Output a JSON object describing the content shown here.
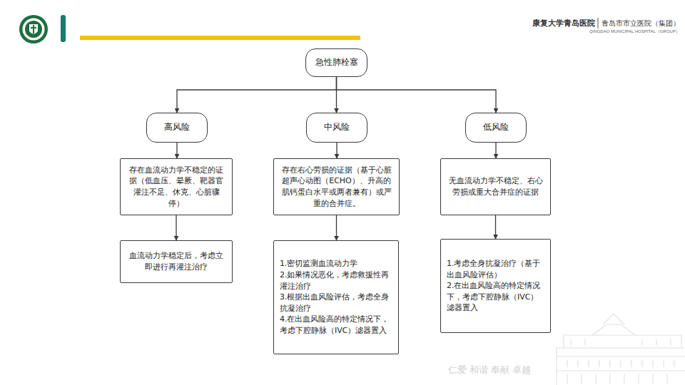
{
  "diagram": {
    "nodes": [
      {
        "text": [
          "急性肺栓塞"
        ]
      },
      {
        "text": [
          "高风险"
        ]
      },
      {
        "text": [
          "中风险"
        ]
      },
      {
        "text": [
          "低风险"
        ]
      },
      {
        "text": [
          "存在血流动力学不稳定的证据（低血压、晕厥、靶器官灌注不足、休克、心脏骤停）"
        ]
      },
      {
        "text": [
          "存在右心劳损的证据（基于心脏超声心动图（ECHO）、升高的肌钙蛋白水平或两者兼有）或严重的合并症。"
        ]
      },
      {
        "text": [
          "无血流动力学不稳定、右心劳损或重大合并症的证据"
        ]
      },
      {
        "text": [
          "血流动力学稳定后，考虑立即进行再灌注治疗"
        ]
      },
      {
        "text": [
          "1.密切监测血流动力学",
          "2.如果情况恶化，考虑救援性再灌注治疗",
          "3.根据出血风险评估，考虑全身抗凝治疗",
          "4.在出血风险高的特定情况下，考虑下腔静脉（IVC）滤器置入"
        ]
      },
      {
        "text": [
          "1.考虑全身抗凝治疗（基于出血风险评估）",
          "2.在出血风险高的特定情况下，考虑下腔静脉（IVC）滤器置入"
        ]
      }
    ],
    "edges": [
      {
        "from": 0,
        "to": 1,
        "arrow": "to"
      },
      {
        "from": 0,
        "to": 2,
        "arrow": "to"
      },
      {
        "from": 0,
        "to": 3,
        "arrow": "to"
      },
      {
        "from": 1,
        "to": 4,
        "arrow": "to"
      },
      {
        "from": 2,
        "to": 5,
        "arrow": "to"
      },
      {
        "from": 3,
        "to": 6,
        "arrow": "to"
      },
      {
        "from": 4,
        "to": 7,
        "arrow": "to"
      },
      {
        "from": 5,
        "to": 8,
        "arrow": "to"
      },
      {
        "from": 6,
        "to": 9,
        "arrow": "to"
      }
    ],
    "labels": [
      "康复大学青岛医院",
      "青岛市市立医院（集团）",
      "QINGDAO MUNICIPAL HOSPITAL（GROUP）",
      "仁爱 和谐 奉献 卓越"
    ]
  }
}
